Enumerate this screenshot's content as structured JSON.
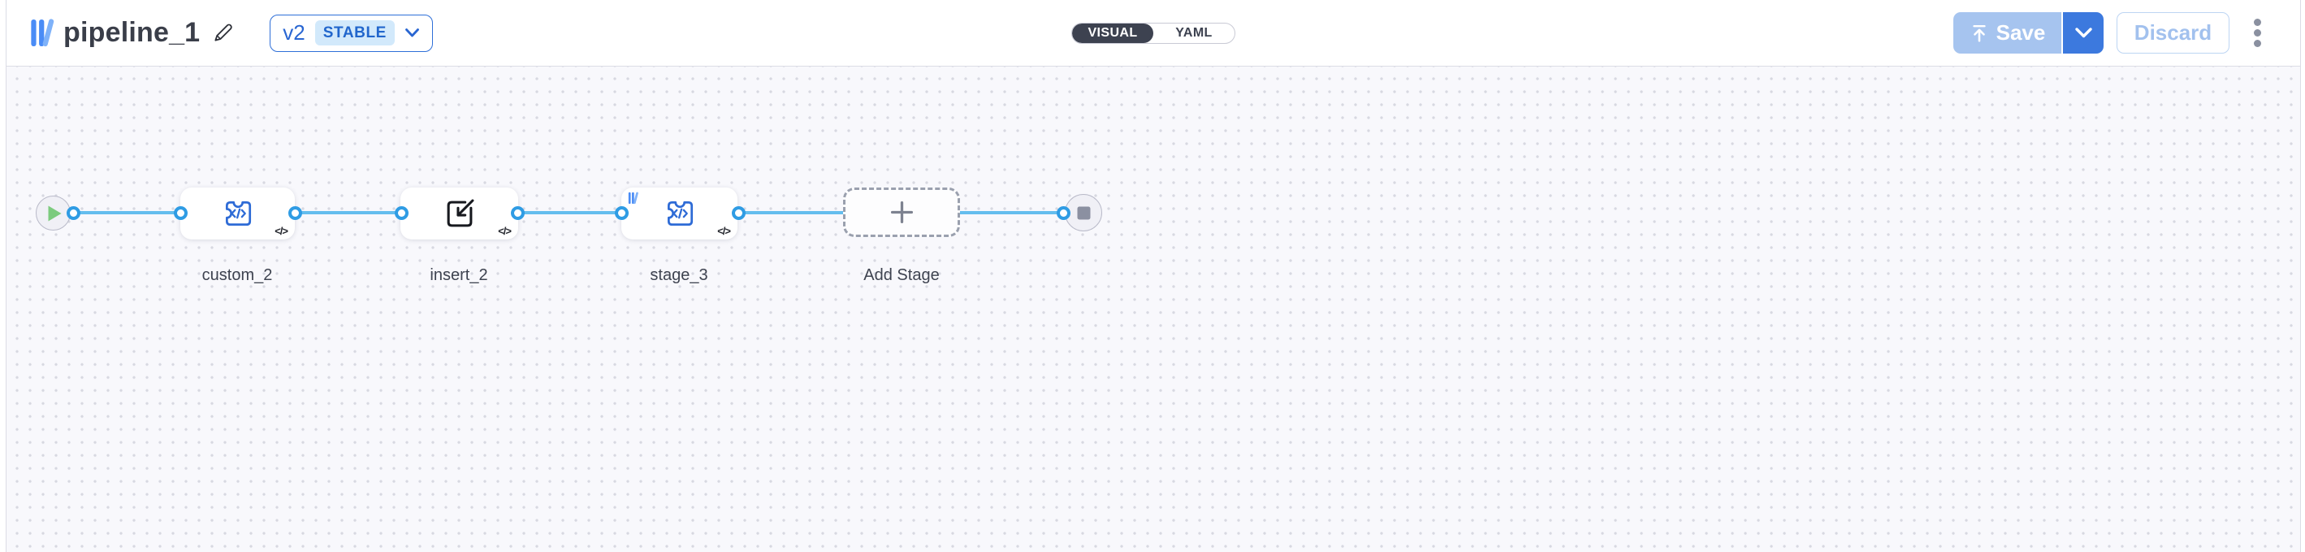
{
  "header": {
    "title": "pipeline_1",
    "version": {
      "label": "v2",
      "status": "STABLE"
    },
    "view_toggle": {
      "options": [
        "VISUAL",
        "YAML"
      ],
      "selected": "VISUAL"
    },
    "actions": {
      "save": "Save",
      "discard": "Discard"
    }
  },
  "canvas": {
    "code_glyph": "</>",
    "nodes": [
      {
        "id": "start",
        "type": "start",
        "icon": "play-icon",
        "label": ""
      },
      {
        "id": "custom_2",
        "type": "stage",
        "icon": "plugin-code-icon",
        "label": "custom_2"
      },
      {
        "id": "insert_2",
        "type": "insert",
        "icon": "import-icon",
        "label": "insert_2"
      },
      {
        "id": "stage_3",
        "type": "stage",
        "icon": "plugin-code-icon",
        "badge": "library-icon",
        "label": "stage_3"
      },
      {
        "id": "add_stage",
        "type": "placeholder",
        "icon": "plus-icon",
        "label": "Add Stage"
      },
      {
        "id": "end",
        "type": "end",
        "icon": "stop-icon",
        "label": ""
      }
    ]
  },
  "colors": {
    "accent_blue": "#2e6fd8",
    "edge_blue": "#64bdee",
    "port_ring_blue": "#2f9ce4",
    "toggle_dark": "#3d4250",
    "save_disabled_bg": "#a6c4ef",
    "save_dropdown_bg": "#3c79de",
    "stable_badge_bg": "#d2e9fb",
    "play_green": "#7ccb7e",
    "stop_gray": "#8b90a1"
  }
}
